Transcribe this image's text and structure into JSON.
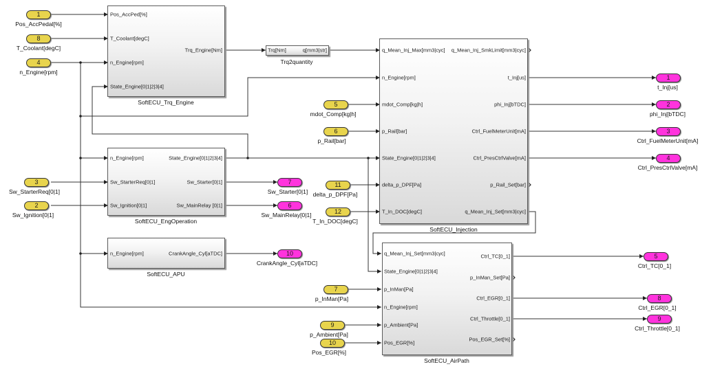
{
  "inports": [
    {
      "num": "1",
      "label": "Pos_AccPedal[%]"
    },
    {
      "num": "8",
      "label": "T_Coolant[degC]"
    },
    {
      "num": "4",
      "label": "n_Engine[rpm]"
    },
    {
      "num": "3",
      "label": "Sw_StarterReq[0|1]"
    },
    {
      "num": "2",
      "label": "Sw_Ignition[0|1]"
    },
    {
      "num": "5",
      "label": "mdot_Comp[kg|h]"
    },
    {
      "num": "6",
      "label": "p_Rail[bar]"
    },
    {
      "num": "11",
      "label": "delta_p_DPF[Pa]"
    },
    {
      "num": "12",
      "label": "T_In_DOC[degC]"
    },
    {
      "num": "7",
      "label": "p_InMan[Pa]"
    },
    {
      "num": "9",
      "label": "p_Ambient[Pa]"
    },
    {
      "num": "10",
      "label": "Pos_EGR[%]"
    }
  ],
  "outports": [
    {
      "num": "1",
      "label": "t_Inj[us]"
    },
    {
      "num": "2",
      "label": "phi_Inj[bTDC]"
    },
    {
      "num": "3",
      "label": "Ctrl_FuelMeterUnit[mA]"
    },
    {
      "num": "4",
      "label": "Ctrl_PresCtrlValve[mA]"
    },
    {
      "num": "7",
      "label": "Sw_Starter[0|1]"
    },
    {
      "num": "6",
      "label": "Sw_MainRelay[0|1]"
    },
    {
      "num": "10",
      "label": "CrankAngle_Cyl[aTDC]"
    },
    {
      "num": "5",
      "label": "Ctrl_TC[0_1]"
    },
    {
      "num": "8",
      "label": "Ctrl_EGR[0_1]"
    },
    {
      "num": "9",
      "label": "Ctrl_Throttle[0_1]"
    }
  ],
  "blocks": {
    "trq_engine": {
      "name": "SoftECU_Trq_Engine",
      "inputs": [
        "Pos_AccPed[%]",
        "T_Coolant[degC]",
        "n_Engine[rpm]",
        "State_Engine[0|1|2|3|4]"
      ],
      "outputs": [
        "Trq_Engine[Nm]"
      ]
    },
    "trq2quantity": {
      "name": "Trq2quantity",
      "inputs": [
        "Trq[Nm]"
      ],
      "outputs": [
        "q[mm3|str]"
      ]
    },
    "injection": {
      "name": "SoftECU_Injection",
      "inputs": [
        "q_Mean_Inj_Max[mm3|cyc]",
        "n_Engine[rpm]",
        "mdot_Comp[kg|h]",
        "p_Rail[bar]",
        "State_Engine[0|1|2|3|4]",
        "delta_p_DPF[Pa]",
        "T_In_DOC[degC]"
      ],
      "outputs": [
        "q_Mean_Inj_SmkLimit[mm3|cyc]",
        "t_Inj[us]",
        "phi_Inj[bTDC]",
        "Ctrl_FuelMeterUnit[mA]",
        "Ctrl_PresCtrlValve[mA]",
        "p_Rail_Set[bar]",
        "q_Mean_Inj_Set[mm3|cyc]"
      ]
    },
    "engoperation": {
      "name": "SoftECU_EngOperation",
      "inputs": [
        "n_Engine[rpm]",
        "Sw_StarterReq[0|1]",
        "Sw_Ignition[0|1]"
      ],
      "outputs": [
        "State_Engine[0|1|2|3|4]",
        "Sw_Starter[0|1]",
        "Sw_MainRelay [0|1]"
      ]
    },
    "apu": {
      "name": "SoftECU_APU",
      "inputs": [
        "n_Engine[rpm]"
      ],
      "outputs": [
        "CrankAngle_Cyl[aTDC]"
      ]
    },
    "airpath": {
      "name": "SoftECU_AirPath",
      "inputs": [
        "q_Mean_Inj_Set[mm3|cyc]",
        "State_Engine[0|1|2|3|4]",
        "p_InMan[Pa]",
        "n_Engine[rpm]",
        "p_Ambient[Pa]",
        "Pos_EGR[%]"
      ],
      "outputs": [
        "Ctrl_TC[0_1]",
        "p_InMan_Set[Pa]",
        "Ctrl_EGR[0_1]",
        "Ctrl_Throttle[0_1]",
        "Pos_EGR_Set[%]"
      ]
    }
  },
  "colors": {
    "inport": "#e8d44d",
    "outport": "#ff33dd",
    "wire": "#333333"
  }
}
